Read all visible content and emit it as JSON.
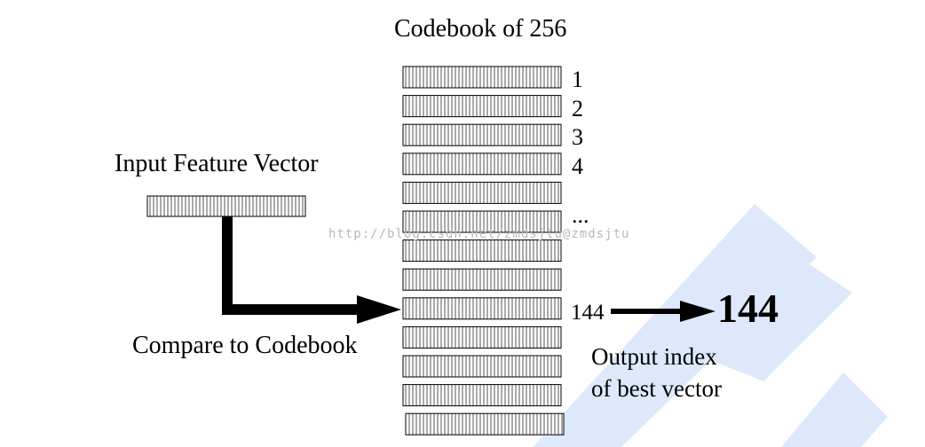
{
  "title": "Codebook of 256",
  "input_label": "Input Feature Vector",
  "compare_label": "Compare to Codebook",
  "codebook_rows": [
    "1",
    "2",
    "3",
    "4",
    "",
    "...",
    "",
    "",
    "144",
    "",
    "",
    "",
    ""
  ],
  "matched_index_label": "144",
  "output_value": "144",
  "output_label_lines": [
    "Output index",
    "of best vector"
  ],
  "watermark": "http://blog.csdn.net/zmdsjtu@zmdsjtu",
  "colors": {
    "ink": "#000000",
    "stripe": "#444444",
    "bg_watermark": "#d6e4fb"
  }
}
